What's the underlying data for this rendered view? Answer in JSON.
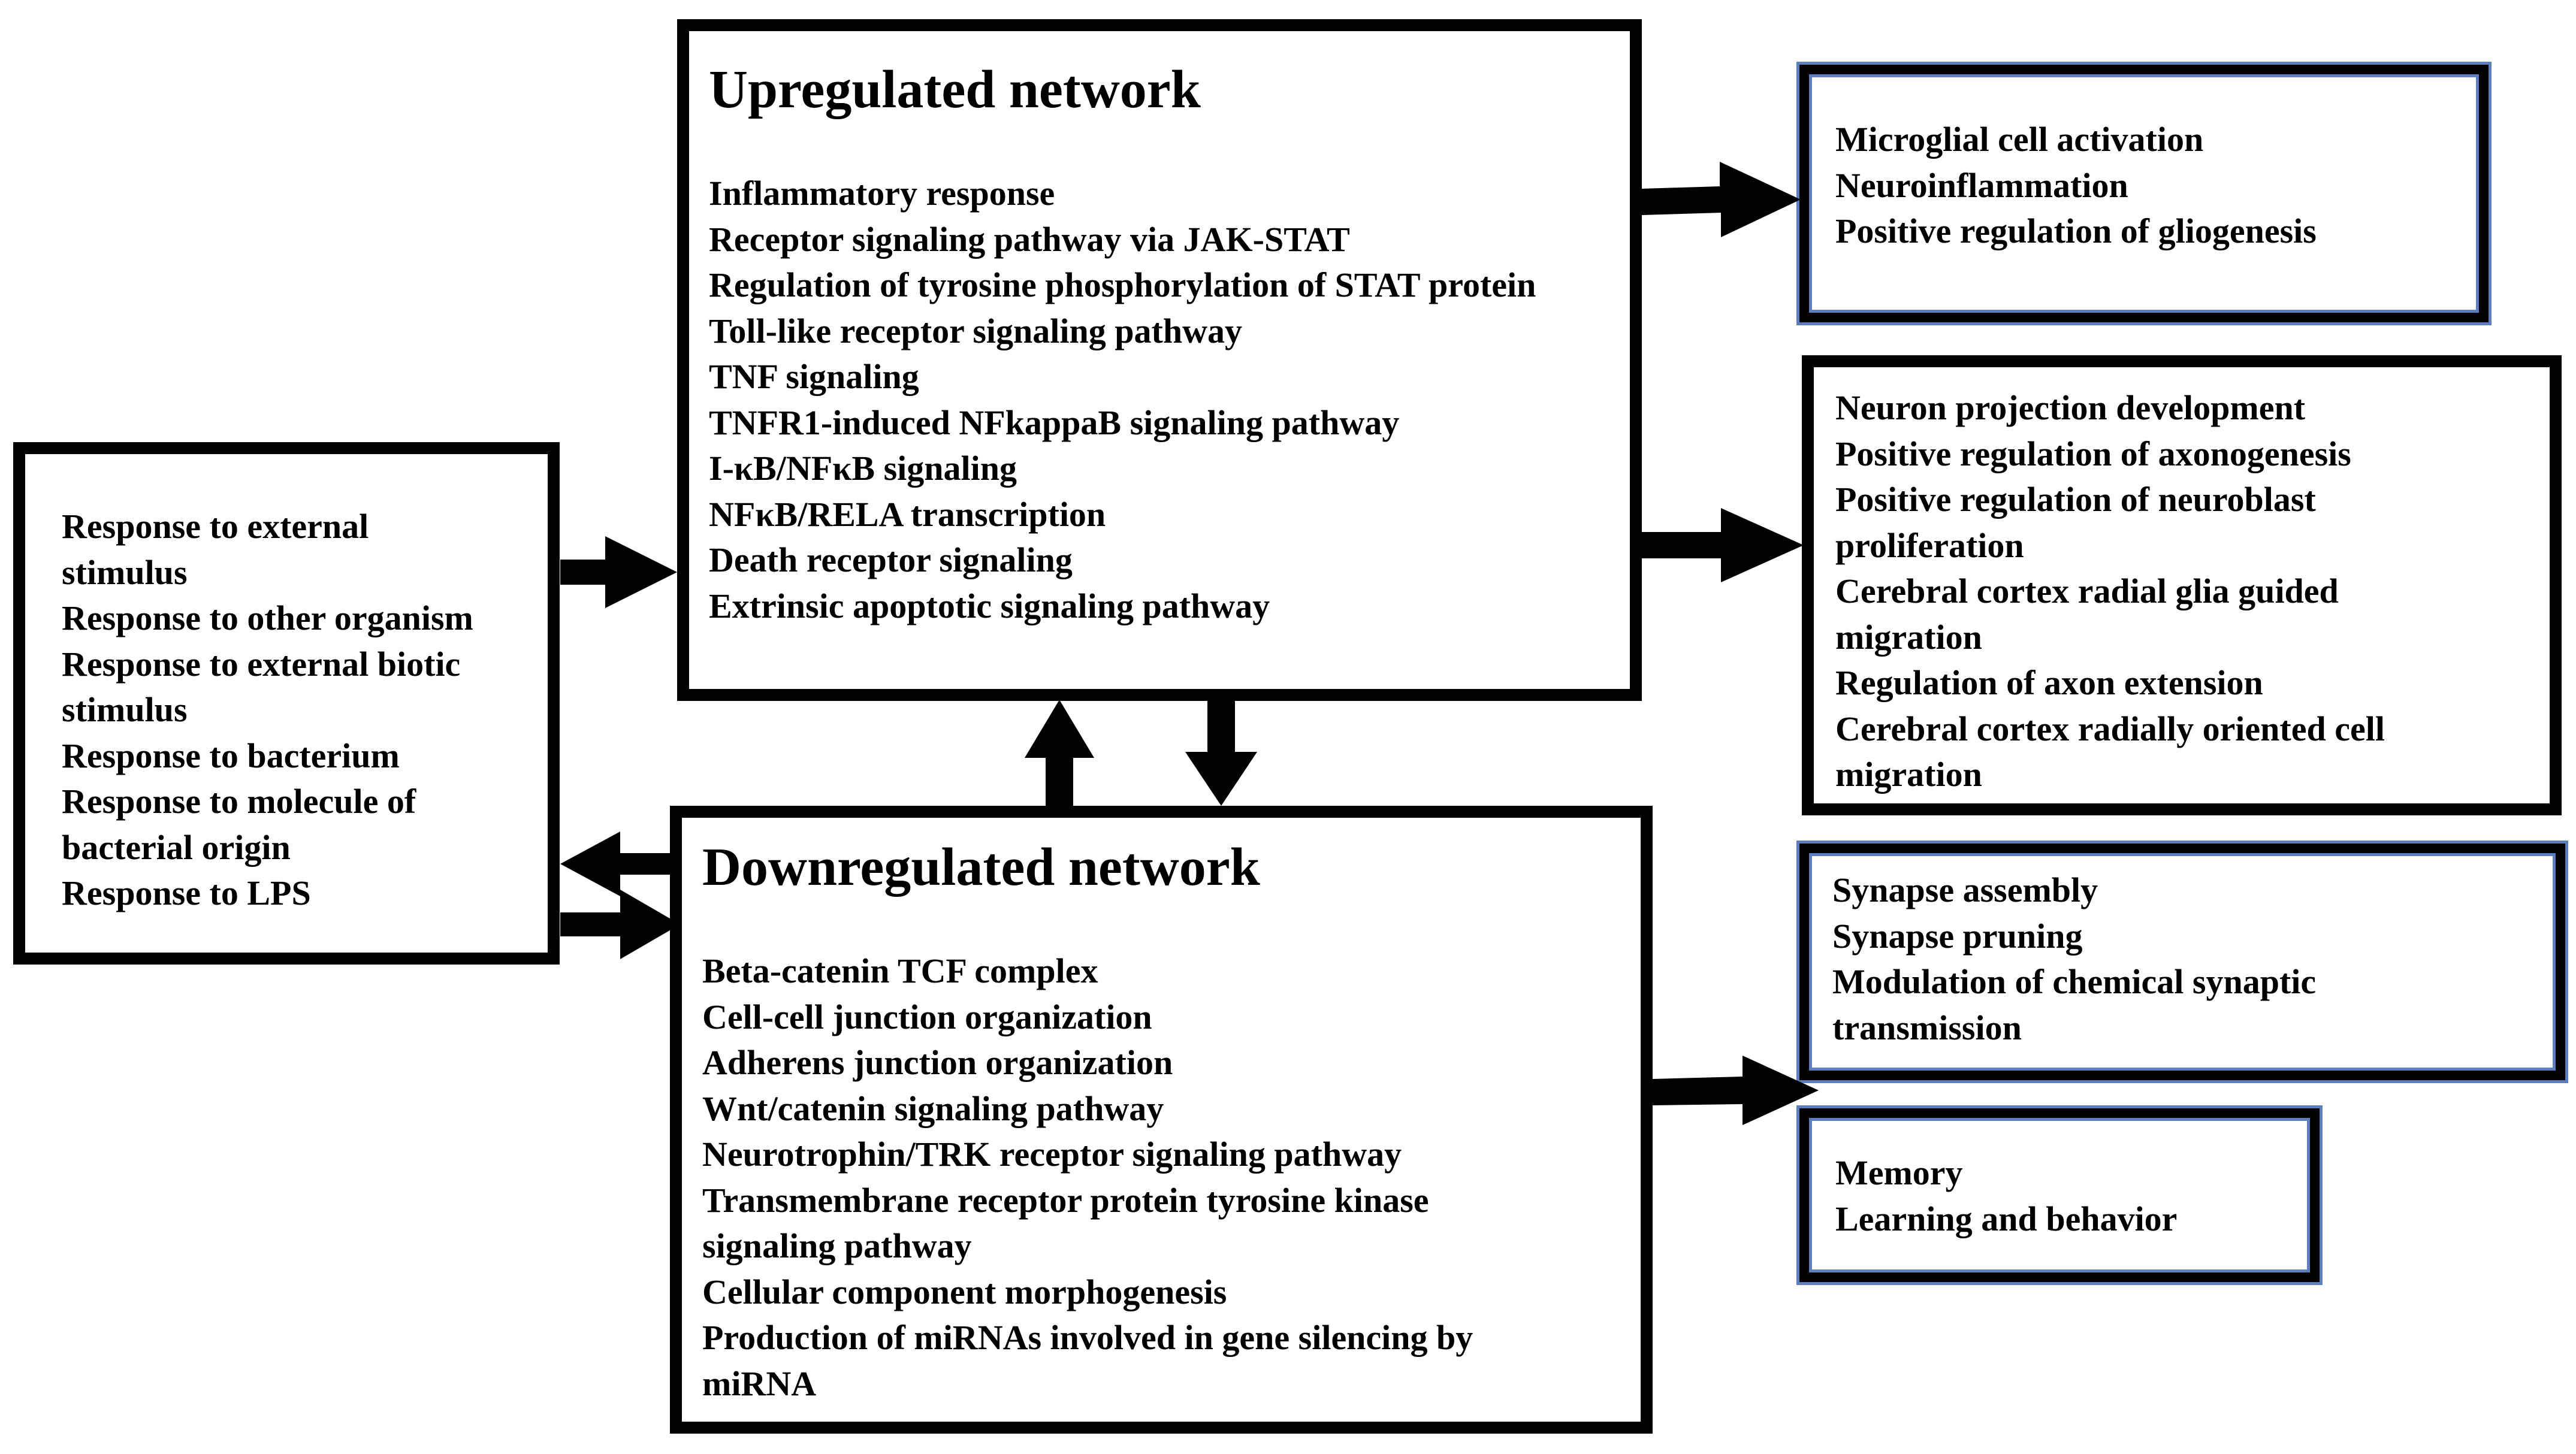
{
  "diagram": {
    "upregulated": {
      "title": "Upregulated network",
      "items": [
        "Inflammatory response",
        "Receptor signaling pathway via JAK-STAT",
        "Regulation of tyrosine phosphorylation of STAT protein",
        "Toll-like receptor signaling pathway",
        "TNF signaling",
        "TNFR1-induced NFkappaB signaling pathway",
        "I-κB/NFκB signaling",
        "NFκB/RELA transcription",
        "Death receptor signaling",
        "Extrinsic apoptotic signaling pathway"
      ]
    },
    "downregulated": {
      "title": "Downregulated network",
      "items": [
        "Beta-catenin TCF complex",
        "Cell-cell junction organization",
        "Adherens junction organization",
        "Wnt/catenin signaling pathway",
        "Neurotrophin/TRK receptor signaling pathway",
        "Transmembrane receptor protein tyrosine kinase",
        "signaling pathway",
        "Cellular component morphogenesis",
        "Production of miRNAs involved in gene silencing by",
        "miRNA"
      ]
    },
    "stimulus": {
      "items": [
        "Response to external",
        "stimulus",
        "Response to other organism",
        "Response to external biotic",
        "stimulus",
        "Response to bacterium",
        "Response to molecule of",
        "bacterial origin",
        "Response to LPS"
      ]
    },
    "microglia": {
      "items": [
        "Microglial cell activation",
        "Neuroinflammation",
        " Positive regulation of gliogenesis"
      ]
    },
    "neuron": {
      "items": [
        "Neuron projection development",
        "Positive regulation of axonogenesis",
        "Positive regulation of neuroblast",
        "proliferation",
        "Cerebral cortex radial glia guided",
        "migration",
        "Regulation of axon extension",
        "Cerebral cortex radially oriented cell",
        "migration"
      ]
    },
    "synapse": {
      "items": [
        "Synapse assembly",
        "Synapse pruning",
        "Modulation of chemical synaptic",
        "transmission"
      ]
    },
    "memory": {
      "items": [
        "Memory",
        "Learning and behavior"
      ]
    }
  }
}
